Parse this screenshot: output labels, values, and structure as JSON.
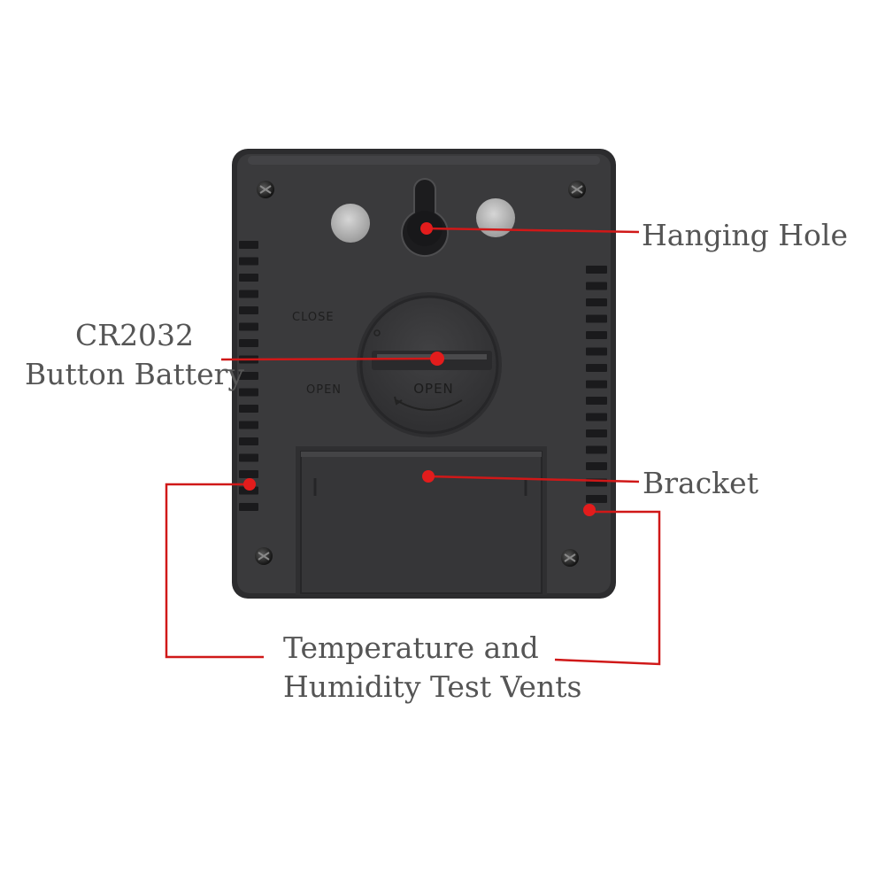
{
  "callouts": {
    "hanging_hole": "Hanging Hole",
    "battery_line1": "CR2032",
    "battery_line2": "Button Battery",
    "bracket": "Bracket",
    "vents_line1": "Temperature and",
    "vents_line2": "Humidity Test Vents"
  },
  "embossed": {
    "close": "CLOSE",
    "open": "OPEN",
    "cover_open": "OPEN"
  },
  "colors": {
    "background": "#ffffff",
    "device_body": "#3a3a3c",
    "callout_line": "#d01818",
    "callout_text": "#555555"
  },
  "icons": {
    "screw": "screw-icon",
    "magnet": "magnet-icon",
    "keyhole": "keyhole-icon"
  }
}
